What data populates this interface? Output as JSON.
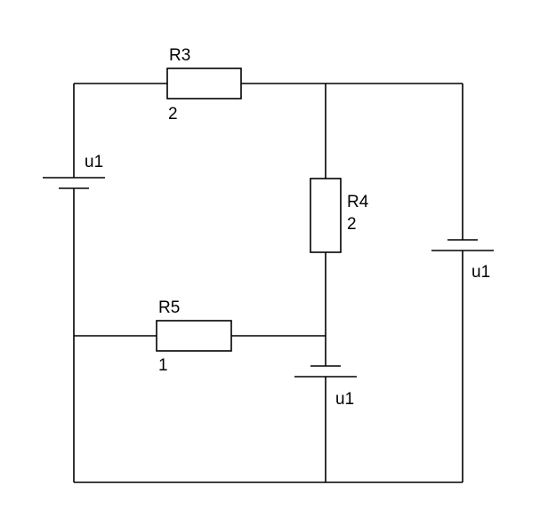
{
  "components": {
    "r3": {
      "name": "R3",
      "value": "2"
    },
    "r4": {
      "name": "R4",
      "value": "2"
    },
    "r5": {
      "name": "R5",
      "value": "1"
    },
    "source_left": {
      "name": "u1"
    },
    "source_right": {
      "name": "u1"
    },
    "source_center": {
      "name": "u1"
    }
  }
}
